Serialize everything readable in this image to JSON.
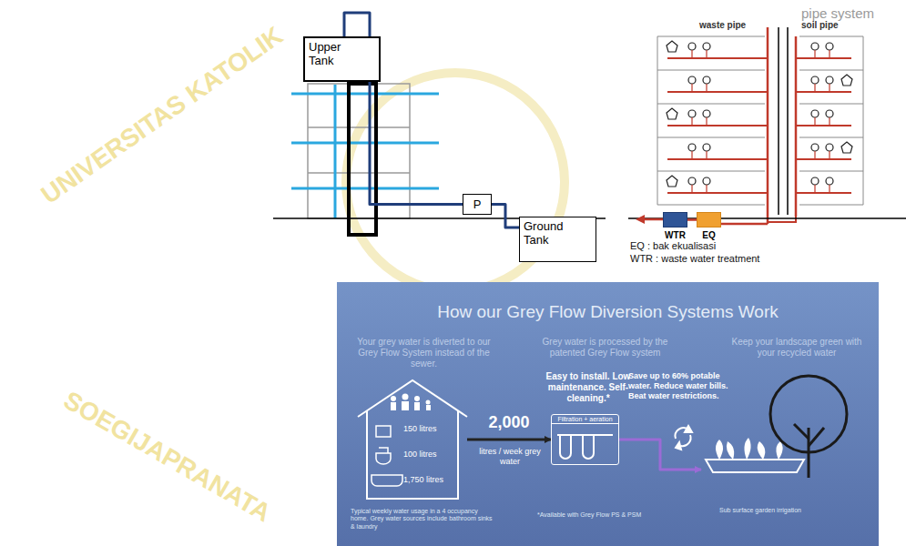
{
  "diagram": {
    "nodes": [
      {
        "text": [
          "Upper Tank"
        ]
      },
      {
        "text": [
          "P"
        ]
      },
      {
        "text": [
          "Ground Tank"
        ]
      },
      {
        "text": [
          "WTR"
        ]
      },
      {
        "text": [
          "EQ"
        ]
      },
      {
        "text": [
          "150 litres",
          "100 litres",
          "1,750 litres"
        ]
      },
      {
        "text": [
          "Filtration + aeration"
        ]
      },
      {
        "text": [
          "Sub surface garden irrigation"
        ]
      }
    ],
    "edges": [
      {
        "from": 2,
        "to": 1,
        "arrow": "none"
      },
      {
        "from": 1,
        "to": 0,
        "arrow": "none"
      },
      {
        "from": 4,
        "to": 3,
        "arrow": "none"
      },
      {
        "from": 5,
        "to": 6,
        "arrow": "to",
        "label": "2,000"
      },
      {
        "from": 6,
        "to": 7,
        "arrow": "to"
      }
    ],
    "labels": [
      "pipe system",
      "waste pipe",
      "soil pipe",
      "EQ : bak ekualisasi",
      "WTR : waste water treatment",
      "How our Grey Flow Diversion Systems Work",
      "Your grey water is diverted to our Grey Flow System instead of the sewer.",
      "Grey water is processed by the patented Grey Flow system",
      "Keep your landscape green with your recycled water",
      "Easy to install. Low maintenance. Self-cleaning.*",
      "litres / week grey water",
      "Save up to 60% potable water. Reduce water bills. Beat water restrictions.",
      "Typical weekly water usage in a 4 occupancy home. Grey water sources include bathroom sinks & laundry",
      "*Available with Grey Flow PS & PSM",
      "UNIVERSITAS KATOLIK",
      "SOEGIJAPRANATA"
    ]
  }
}
